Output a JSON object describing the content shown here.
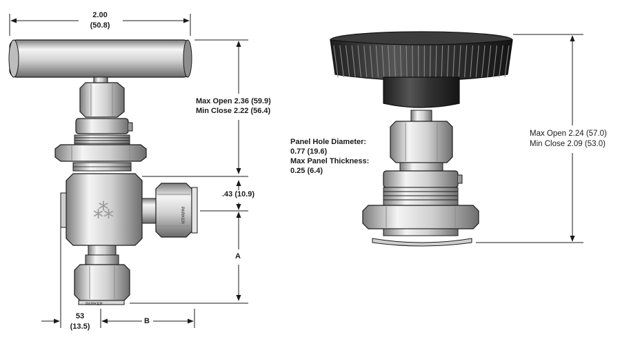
{
  "left_view": {
    "handle_width": {
      "inch": "2.00",
      "mm": "(50.8)"
    },
    "stem_travel": {
      "open": "Max Open 2.36 (59.9)",
      "close": "Min Close 2.22 (56.4)"
    },
    "center_offset": ".43 (10.9)",
    "dim_a": "A",
    "dim_b": "B",
    "bottom_offset": {
      "inch": "53",
      "mm": "(13.5)"
    },
    "body_marking": "PARKER"
  },
  "right_view": {
    "panel_hole": {
      "label": "Panel Hole Diameter:",
      "value": "0.77 (19.6)"
    },
    "panel_thickness": {
      "label": "Max Panel Thickness:",
      "value": "0.25 (6.4)"
    },
    "stem_travel": {
      "open": "Max Open 2.24 (57.0)",
      "close": "Min Close 2.09 (53.0)"
    }
  },
  "colors": {
    "line": "#1a1a1a",
    "metal_light": "#f2f2f2",
    "metal_dark": "#8a8a8a",
    "knob": "#2b2b2b"
  }
}
